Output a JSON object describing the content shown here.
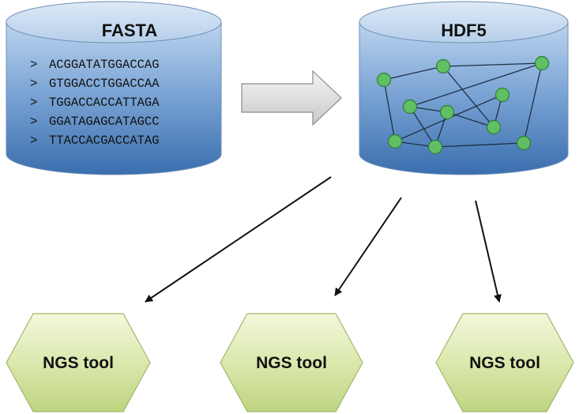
{
  "fasta": {
    "title": "FASTA",
    "sequences": [
      {
        "prompt": ">",
        "seq": "ACGGATATGGACCAG"
      },
      {
        "prompt": ">",
        "seq": "GTGGACCTGGACCAA"
      },
      {
        "prompt": ">",
        "seq": "TGGACCACCATTAGA"
      },
      {
        "prompt": ">",
        "seq": "GGATAGAGCATAGCC"
      },
      {
        "prompt": ">",
        "seq": "TTACCACGACCATAG"
      }
    ]
  },
  "hdf5": {
    "title": "HDF5"
  },
  "tools": [
    {
      "label": "NGS tool"
    },
    {
      "label": "NGS tool"
    },
    {
      "label": "NGS tool"
    }
  ],
  "colors": {
    "cylinder_top": "#c9dcef",
    "cylinder_body_light": "#a8c6e6",
    "cylinder_body_dark": "#3f73b3",
    "node_fill": "#5fbf62",
    "node_stroke": "#2d7d36",
    "hex_light": "#eef5cf",
    "hex_dark": "#c3d78a",
    "hex_stroke": "#9fb86b",
    "arrow_fill": "#d6d6d6"
  }
}
